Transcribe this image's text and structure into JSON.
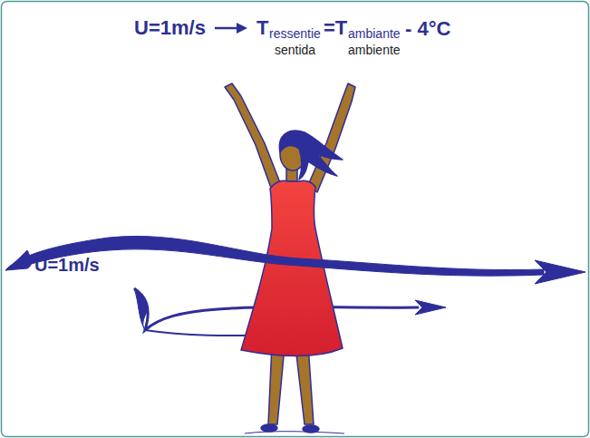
{
  "diagram": {
    "labels": [
      "U=1m/s",
      "T",
      "ressentie",
      "=T",
      "ambiante",
      "- 4°C",
      "sentida",
      "ambiente",
      "U=1m/s"
    ]
  }
}
